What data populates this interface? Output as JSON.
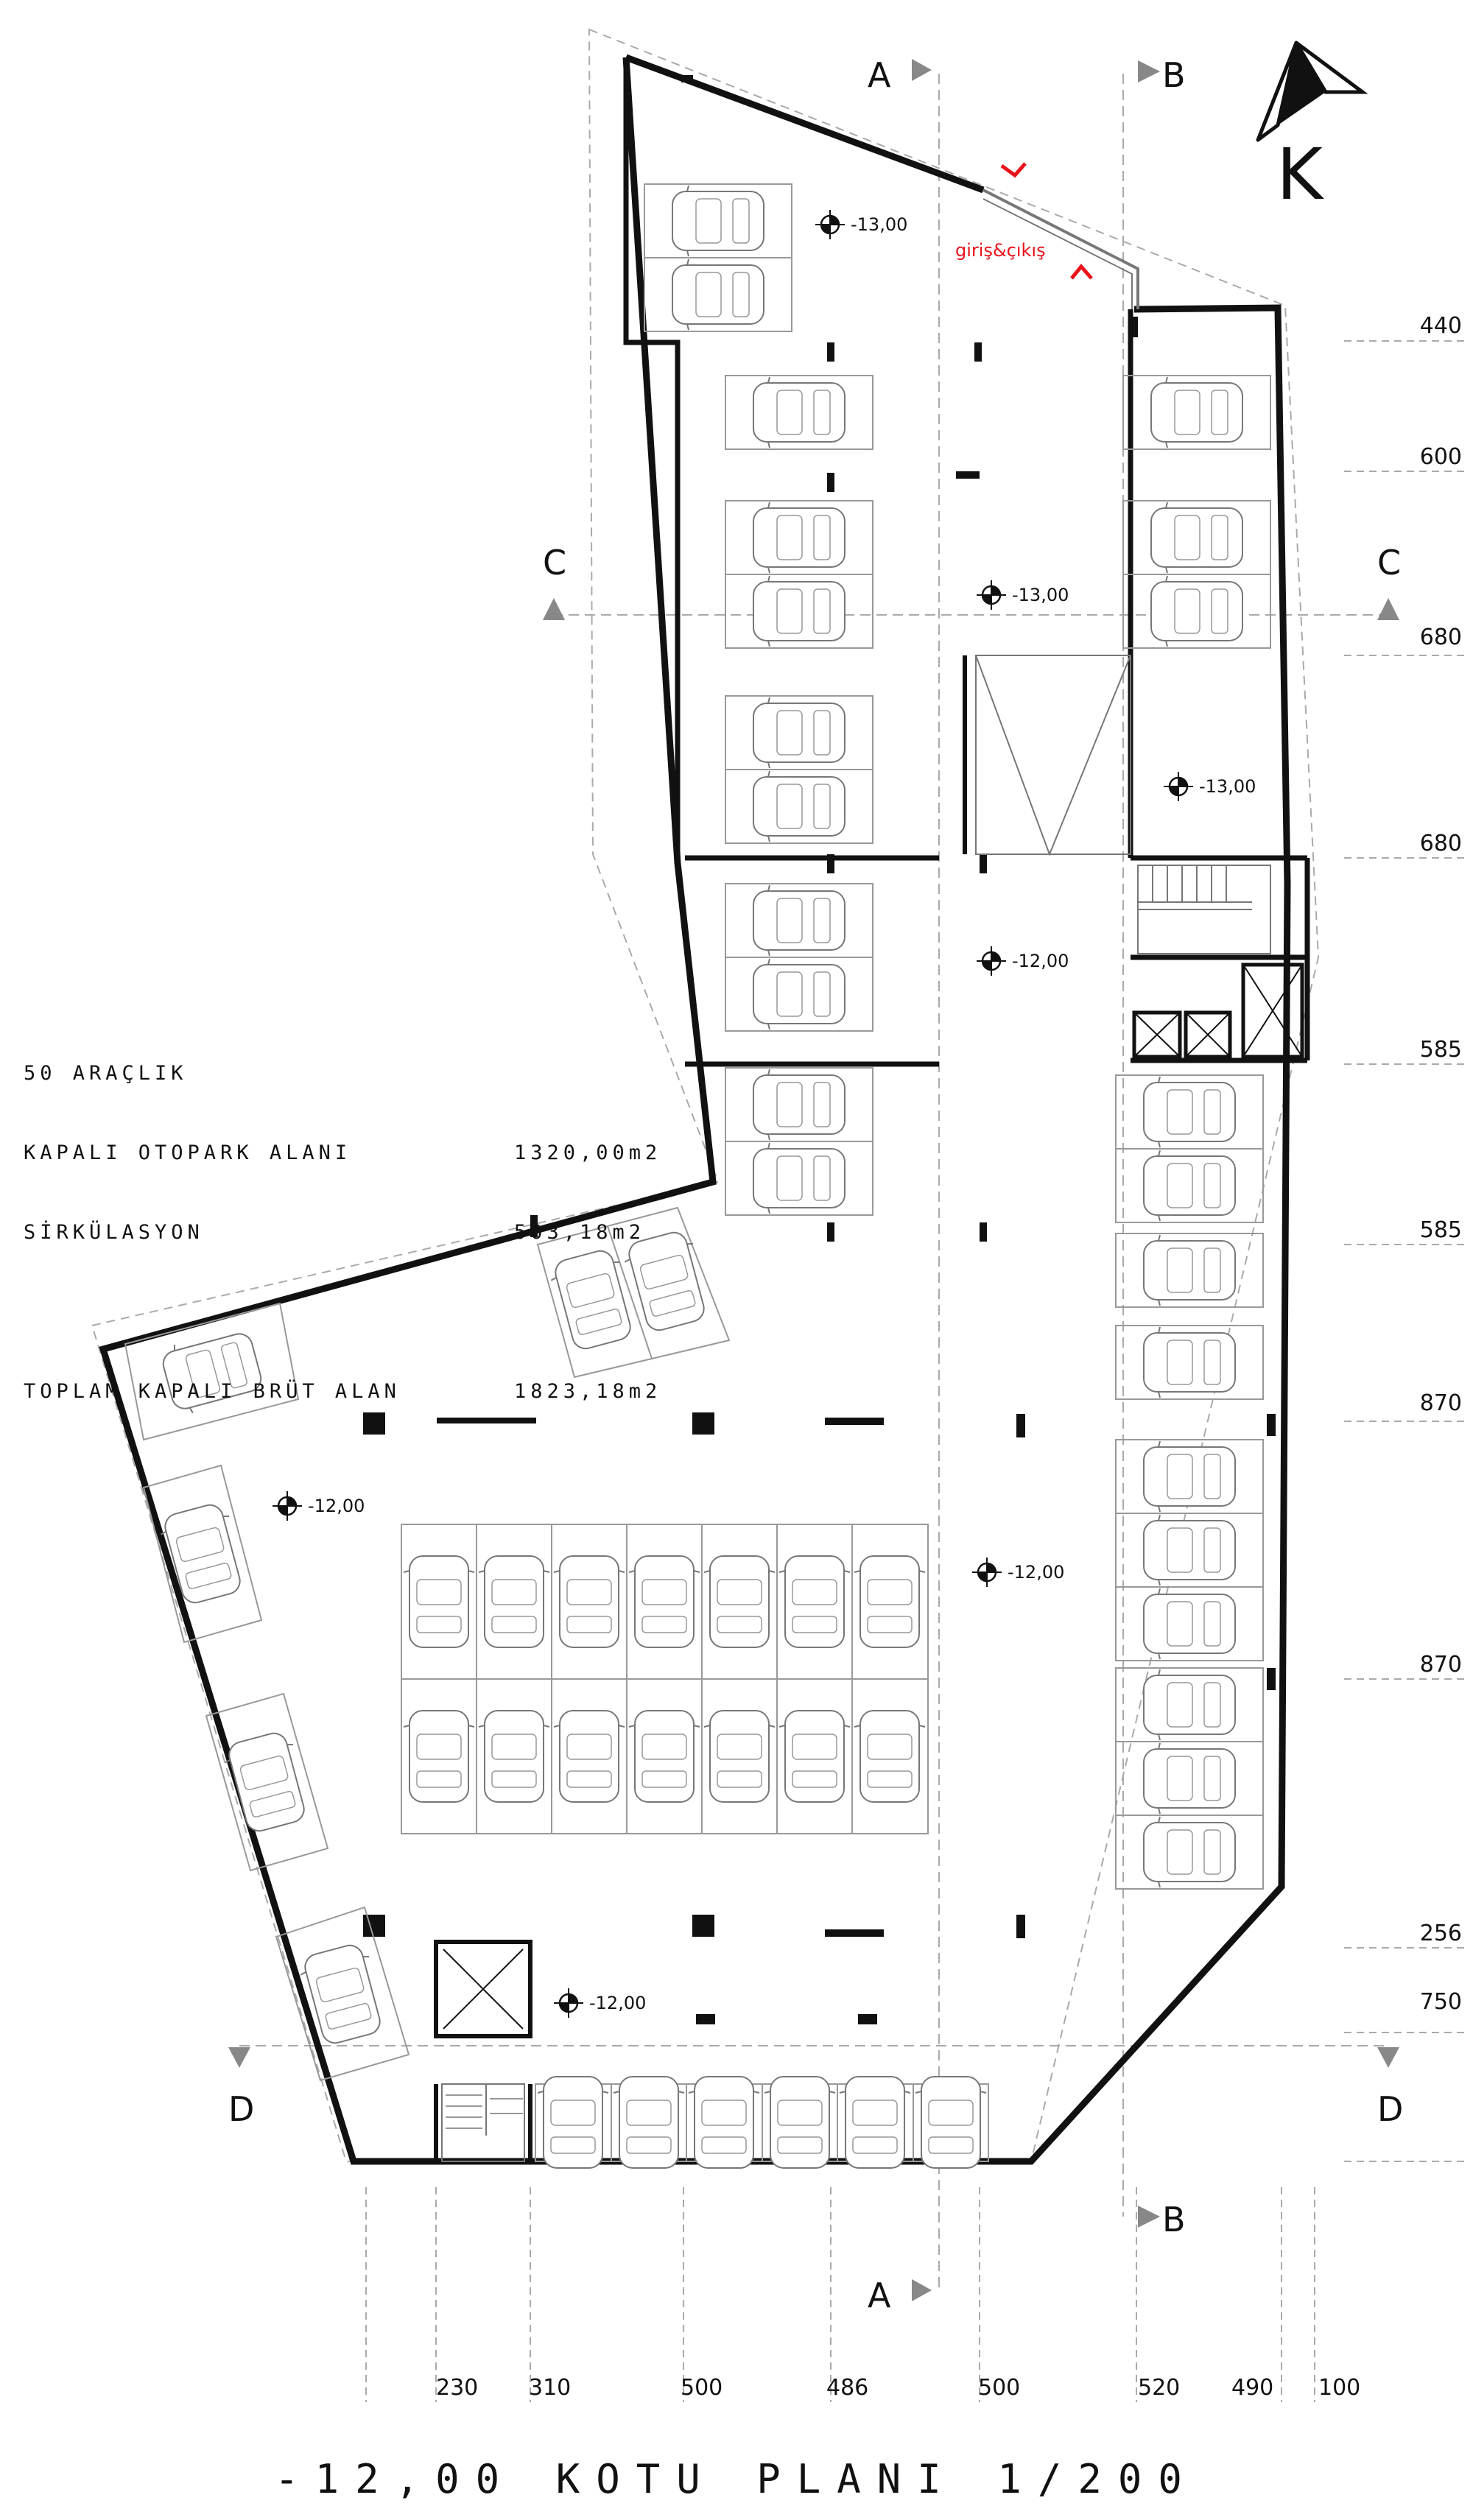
{
  "drawing": {
    "title": "-12,00 KOTU PLANI 1/200",
    "north_label": "K",
    "entrance_label": "giriş&çıkış",
    "accent_color": "#e8141b",
    "wall_color": "#111111"
  },
  "summary": {
    "vehicles": "50 ARAÇLIK",
    "closed_parking_label": "KAPALI OTOPARK ALANI",
    "closed_parking_value": "1320,00m2",
    "circulation_label": "SİRKÜLASYON",
    "circulation_value": "503,18m2",
    "total_label": "TOPLAM KAPALI BRÜT ALAN",
    "total_value": "1823,18m2"
  },
  "levels": {
    "top_left": "-13,00",
    "mid_center": "-13,00",
    "right_room": "-13,00",
    "mid_lower": "-12,00",
    "left_wing": "-12,00",
    "center_large": "-12,00",
    "bottom_elevator": "-12,00"
  },
  "sections": {
    "a_top": "A",
    "a_bottom": "A",
    "b_top": "B",
    "b_bottom": "B",
    "c_left": "C",
    "c_right": "C",
    "d_left": "D",
    "d_right": "D"
  },
  "dims_right": [
    "440",
    "600",
    "680",
    "680",
    "585",
    "585",
    "870",
    "870",
    "256",
    "750"
  ],
  "dims_bottom": [
    "230",
    "310",
    "500",
    "486",
    "500",
    "520",
    "490",
    "100"
  ]
}
